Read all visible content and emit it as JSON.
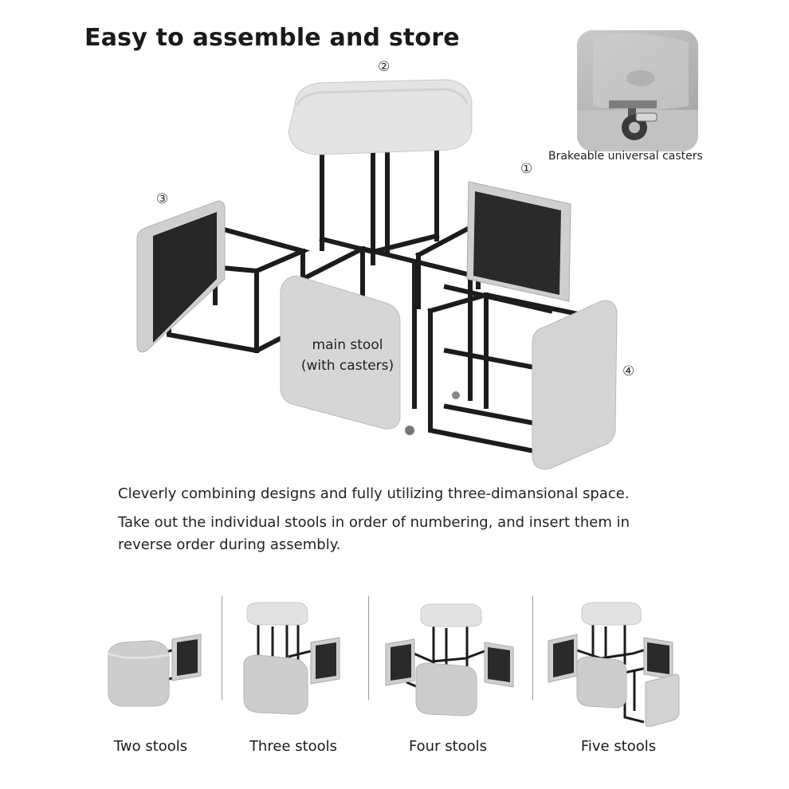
{
  "title": "Easy to assemble and store",
  "numbers": {
    "one": "①",
    "two": "②",
    "three": "③",
    "four": "④"
  },
  "inset": {
    "caption": "Brakeable universal casters"
  },
  "main_label": {
    "line1": "main stool",
    "line2": "(with casters)"
  },
  "description": {
    "line1": "Cleverly combining designs and fully utilizing three-dimansional space.",
    "line2": "Take out the individual stools in order of numbering, and insert them in",
    "line3": "reverse order during assembly."
  },
  "configurations": [
    {
      "label": "Two stools"
    },
    {
      "label": "Three stools"
    },
    {
      "label": "Four stools"
    },
    {
      "label": "Five stools"
    }
  ]
}
